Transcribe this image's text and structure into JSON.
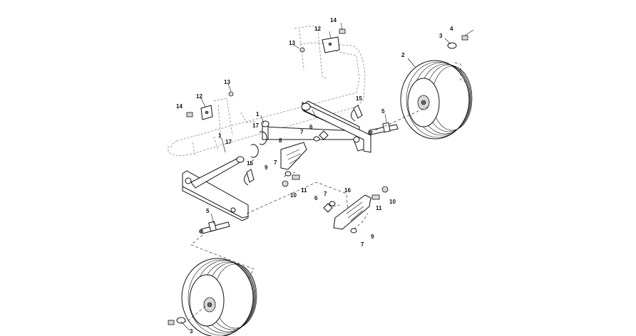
{
  "callouts": [
    "1",
    "1",
    "2",
    "3",
    "3",
    "4",
    "5",
    "5",
    "6",
    "6",
    "7",
    "7",
    "7",
    "7",
    "8",
    "9",
    "9",
    "10",
    "10",
    "11",
    "11",
    "12",
    "12",
    "13",
    "13",
    "14",
    "14",
    "15",
    "15",
    "16",
    "17",
    "17"
  ]
}
